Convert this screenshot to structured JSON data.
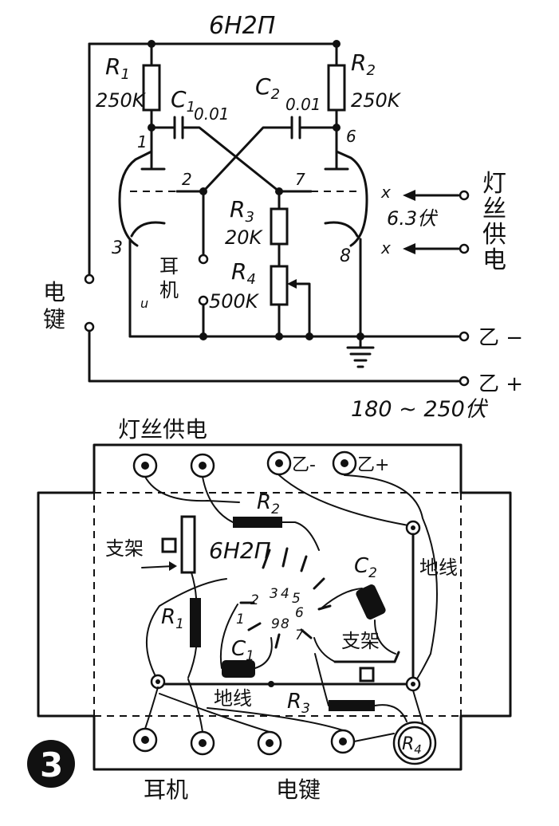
{
  "schematic": {
    "tube_label": "6H2П",
    "r1": {
      "name": "R",
      "sub": "1",
      "value": "250K"
    },
    "r2": {
      "name": "R",
      "sub": "2",
      "value": "250K"
    },
    "c1": {
      "name": "C",
      "sub": "1",
      "value": "0.01"
    },
    "c2": {
      "name": "C",
      "sub": "2",
      "value": "0.01"
    },
    "r3": {
      "name": "R",
      "sub": "3",
      "value": "20K"
    },
    "r4": {
      "name": "R",
      "sub": "4",
      "value": "500K"
    },
    "pins": {
      "p1": "1",
      "p2": "2",
      "p3": "3",
      "p6": "6",
      "p7": "7",
      "p8": "8",
      "pu": "u"
    },
    "heater_marks": {
      "x1": "x",
      "x2": "x"
    },
    "heater_voltage": "6.3伏",
    "heater_supply": [
      "灯",
      "丝",
      "供",
      "电"
    ],
    "key_label": [
      "电",
      "键"
    ],
    "earphone_label": [
      "耳",
      "机"
    ],
    "b_minus": "乙 −",
    "b_plus": "乙 +",
    "b_voltage": "180 ~ 250伏"
  },
  "layout_view": {
    "heater_supply": "灯丝供电",
    "b_minus": "乙-",
    "b_plus": "乙+",
    "r2": "R",
    "r2_sub": "2",
    "tube": "6H2П",
    "bracket_left": "支架",
    "c2": "C",
    "c2_sub": "2",
    "ground_wire_right": "地线",
    "r1": "R",
    "r1_sub": "1",
    "c1": "C",
    "c1_sub": "1",
    "socket_pins": {
      "p1": "1",
      "p2": "2",
      "p3": "3",
      "p4": "4",
      "p5": "5",
      "p6": "6",
      "p7": "7",
      "p8": "8",
      "p9": "9"
    },
    "bracket_right": "支架",
    "ground_wire_bottom": "地线",
    "r3": "R",
    "r3_sub": "3",
    "r4": "R",
    "r4_sub": "4",
    "earphone": "耳机",
    "key": "电键"
  },
  "figure_number": "3"
}
